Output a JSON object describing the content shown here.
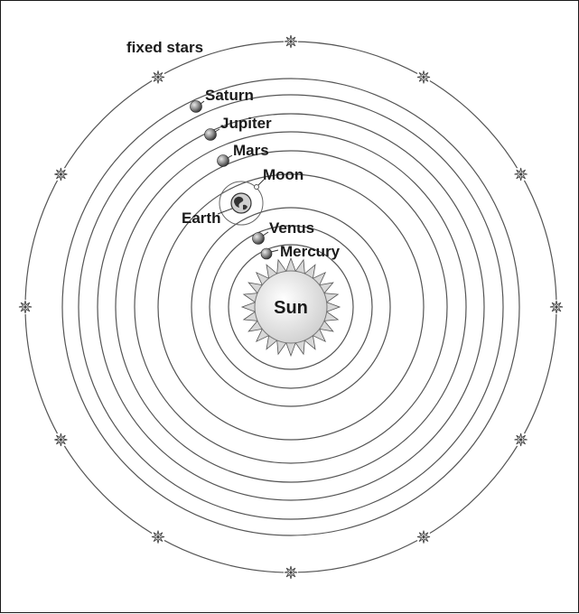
{
  "labels": {
    "sun": "Sun",
    "mercury": "Mercury",
    "venus": "Venus",
    "earth": "Earth",
    "moon": "Moon",
    "mars": "Mars",
    "jupiter": "Jupiter",
    "saturn": "Saturn",
    "fixed_stars": "fixed stars"
  },
  "colors": {
    "line": "#555555",
    "planet_dark": "#333333",
    "planet_light": "#bbbbbb",
    "sun_fill": "#e6e6e6"
  }
}
